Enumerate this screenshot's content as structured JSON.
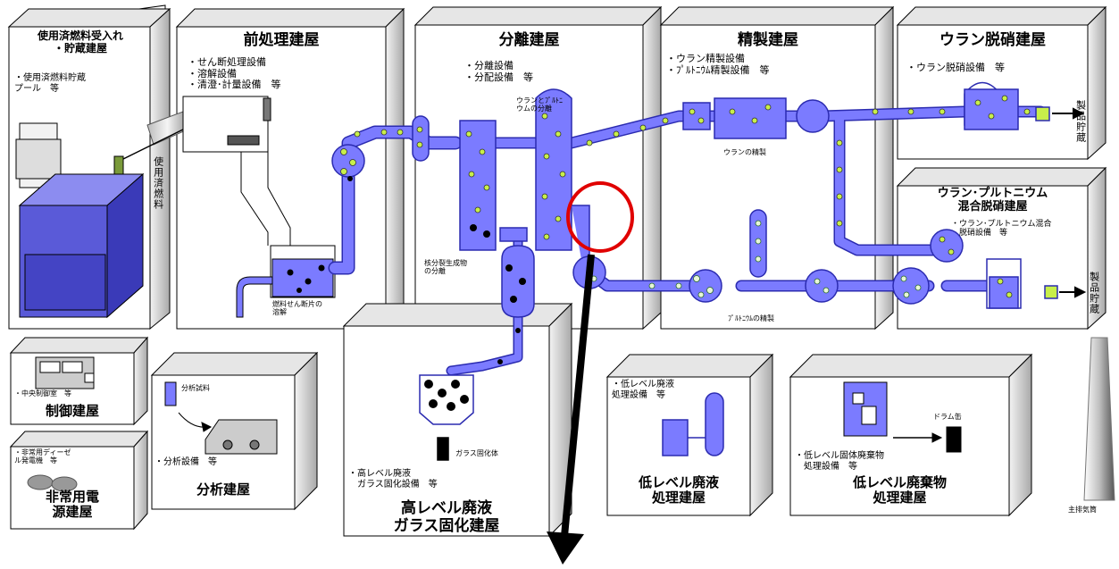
{
  "buildings": {
    "receiving": {
      "title": "使用済燃料受入れ\n・貯蔵建屋",
      "item": "・使用済燃料貯蔵\n プール　等"
    },
    "head_end": {
      "title": "前処理建屋",
      "items": "・せん断処理設備\n・溶解設備\n・清澄･計量設備　等"
    },
    "separation": {
      "title": "分離建屋",
      "items": "・分離設備\n・分配設備　等"
    },
    "purification": {
      "title": "精製建屋",
      "items": "・ウラン精製設備\n・ﾌﾟﾙﾄﾆｳﾑ精製設備　等"
    },
    "u_denitration": {
      "title": "ウラン脱硝建屋",
      "items": "・ウラン脱硝設備　等"
    },
    "upu_denitration": {
      "title": "ウラン･プルトニウム\n混合脱硝建屋",
      "items": "・ウラン･プルトニウム混合\n　脱硝設備　等"
    },
    "control": {
      "title": "制御建屋",
      "items": "・中央制御室　等"
    },
    "emergency_power": {
      "title": "非常用電\n源建屋",
      "items": "・非常用ディーゼ\nル発電機　等"
    },
    "analysis": {
      "title": "分析建屋",
      "items": "・分析設備　等",
      "sample": "分析試料"
    },
    "hlw_vitrification": {
      "title": "高レベル廃液\nガラス固化建屋",
      "items": "・高レベル廃液\n　ガラス固化設備　等",
      "glass": "ガラス固化体"
    },
    "llw_liquid": {
      "title": "低レベル廃液\n処理建屋",
      "items": "・低レベル廃液\n処理設備　等"
    },
    "llw_solid": {
      "title": "低レベル廃棄物\n処理建屋",
      "items": "・低レベル固体廃棄物\n　処理設備　等",
      "drum": "ドラム缶"
    }
  },
  "process_labels": {
    "spent_fuel": "使用済燃料",
    "dissolution": "燃料せん断片の\n溶解",
    "u_pu_separation": "ウランとﾌﾟﾙﾄﾆ\nウムの分離",
    "fission_products": "核分裂生成物\nの分離",
    "u_purification": "ウランの精製",
    "pu_purification": "ﾌﾟﾙﾄﾆｳﾑの精製",
    "product_storage_1": "製品貯蔵",
    "product_storage_2": "製品貯蔵",
    "main_stack": "主排気筒"
  },
  "colors": {
    "process_fill": "#7b7bff",
    "process_stroke": "#2b2bb0",
    "uranium_particle": "#c8ef4a",
    "fp_particle": "#000000",
    "highlight_circle": "#e00000"
  }
}
